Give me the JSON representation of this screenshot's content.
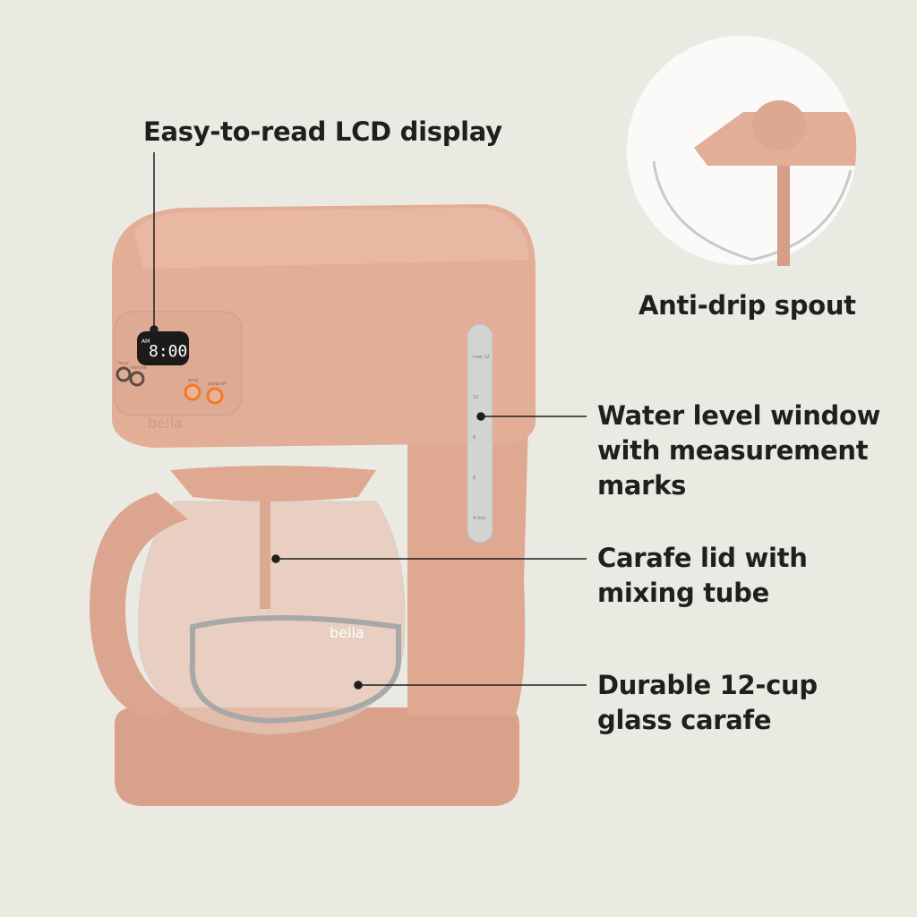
{
  "callouts": {
    "lcd": "Easy-to-read LCD display",
    "spout": "Anti-drip spout",
    "water": "Water level window\nwith measurement\nmarks",
    "lid": "Carafe lid with\nmixing tube",
    "carafe": "Durable 12-cup\nglass carafe"
  },
  "device": {
    "brand": "bella",
    "display_time": "8:00",
    "display_ampm": "AM",
    "buttons": [
      "hour",
      "minute",
      "prog",
      "brew/off"
    ],
    "water_marks": [
      "max 12",
      "10",
      "8",
      "6",
      "4 min"
    ]
  },
  "colors": {
    "background": "#ebeae2",
    "body": "#e0ab94",
    "accent_button": "#f07a2a",
    "text": "#1f1f1f"
  }
}
